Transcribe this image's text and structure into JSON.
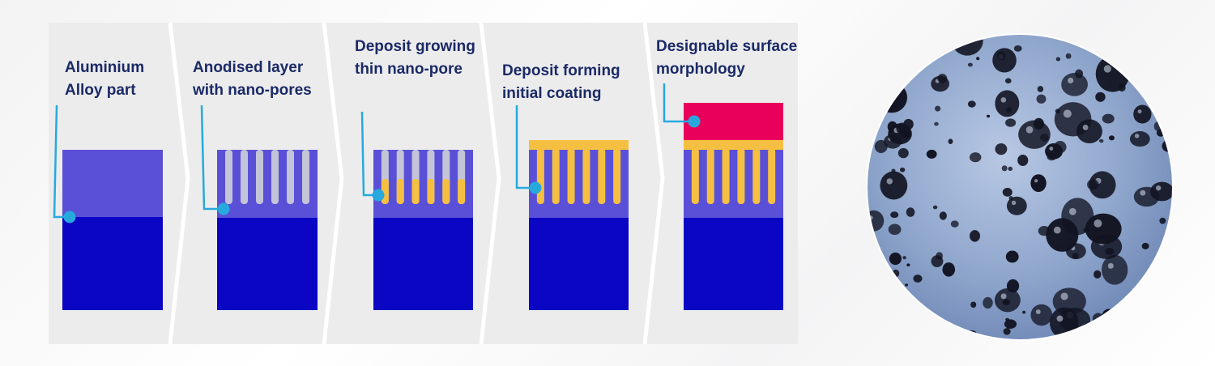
{
  "steps": [
    {
      "label_line1": "Aluminium",
      "label_line2": "Alloy part"
    },
    {
      "label_line1": "Anodised layer",
      "label_line2": "with nano-pores"
    },
    {
      "label_line1": "Deposit growing",
      "label_line2": "thin nano-pore"
    },
    {
      "label_line1": "Deposit forming",
      "label_line2": "initial coating"
    },
    {
      "label_line1": "Designable surface",
      "label_line2": "morphology"
    }
  ],
  "colors": {
    "substrate": "#0a06c4",
    "anodised_layer": "#5a50d8",
    "pore": "#c4c4d8",
    "deposit": "#f5c042",
    "coating": "#e8005a",
    "pointer": "#27a9de",
    "label_text": "#1b2a66",
    "micrograph_bg": "#8fa6cc",
    "micrograph_particle": "#121422"
  }
}
